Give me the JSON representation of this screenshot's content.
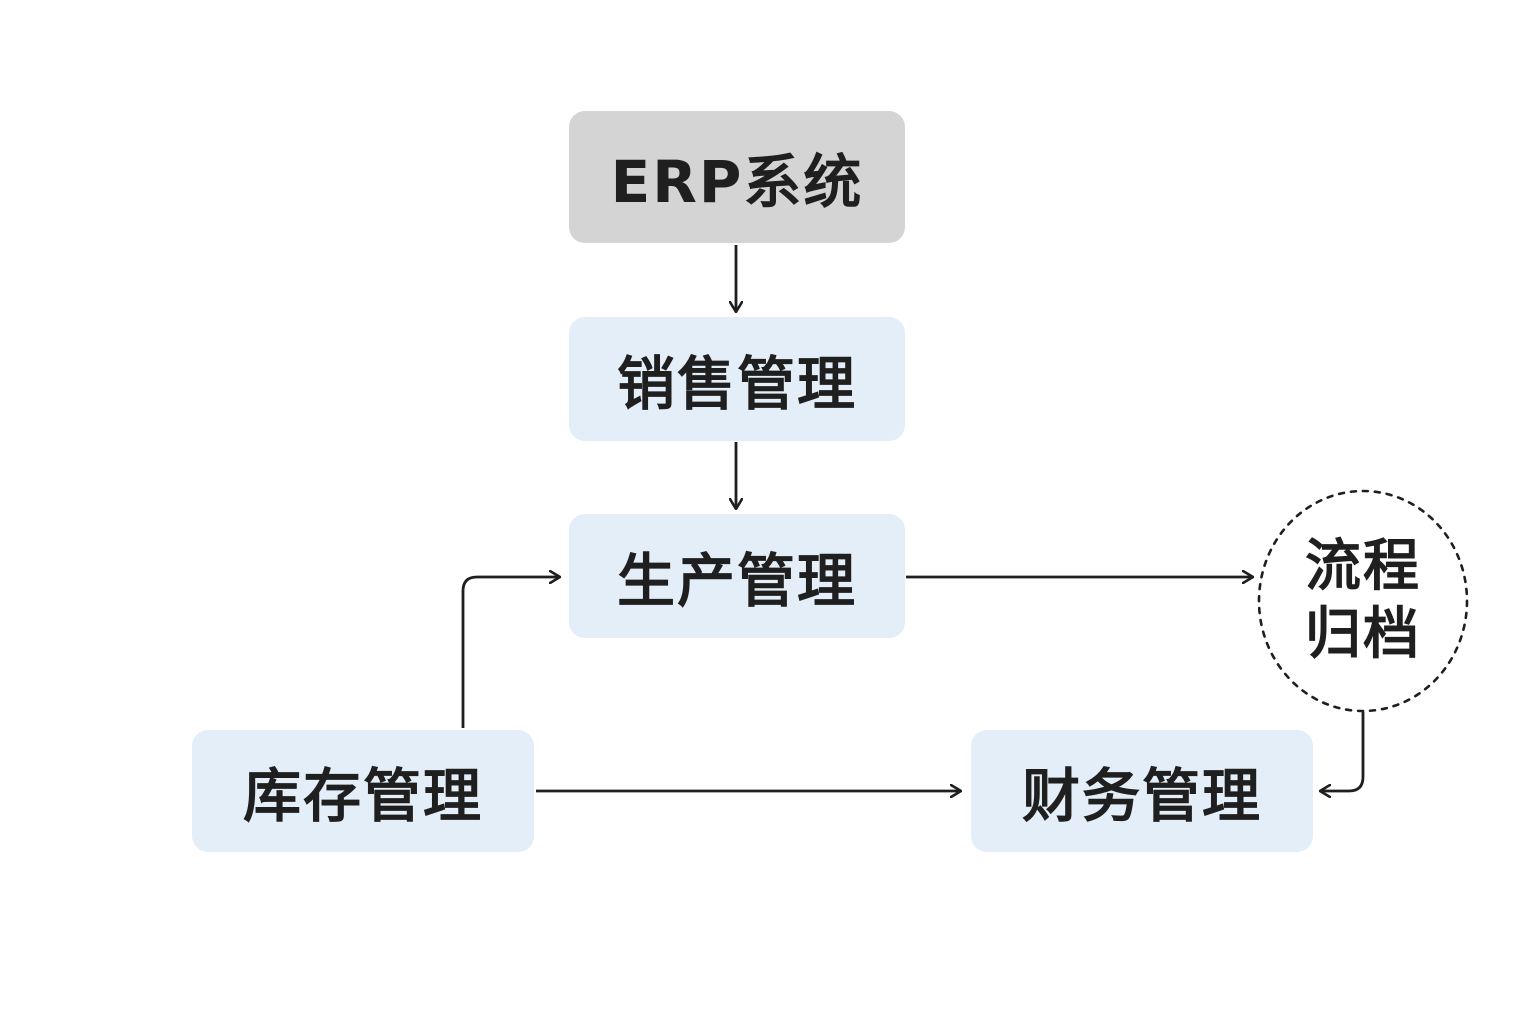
{
  "colors": {
    "root_fill": "#d4d4d4",
    "module_fill": "#e3eef8",
    "line": "#1f1f1f",
    "background": "#ffffff"
  },
  "nodes": {
    "root": "ERP系统",
    "sales": "销售管理",
    "production": "生产管理",
    "inventory": "库存管理",
    "finance": "财务管理",
    "archive_line1": "流程",
    "archive_line2": "归档"
  },
  "edges": [
    {
      "from": "ERP系统",
      "to": "销售管理"
    },
    {
      "from": "销售管理",
      "to": "生产管理"
    },
    {
      "from": "库存管理",
      "to": "生产管理"
    },
    {
      "from": "生产管理",
      "to": "流程归档"
    },
    {
      "from": "流程归档",
      "to": "财务管理"
    },
    {
      "from": "库存管理",
      "to": "财务管理"
    }
  ]
}
